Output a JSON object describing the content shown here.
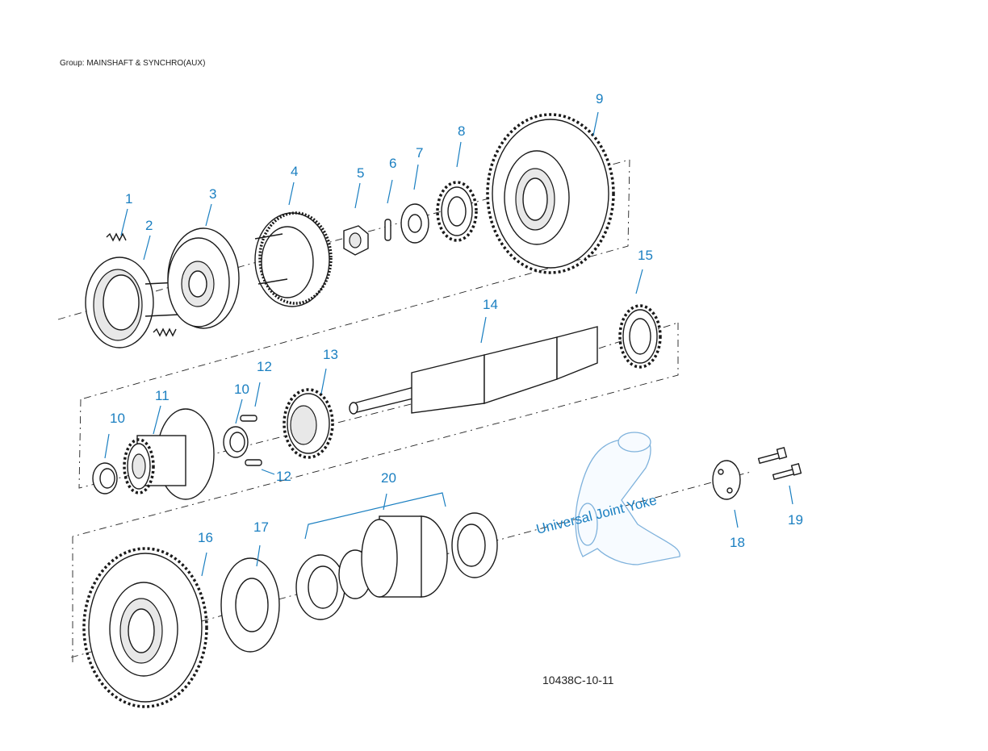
{
  "group_title": "Group: MAINSHAFT & SYNCHRO(AUX)",
  "figure_id": "10438C-10-11",
  "callouts": [
    "1",
    "2",
    "3",
    "4",
    "5",
    "6",
    "7",
    "8",
    "9",
    "10",
    "10",
    "11",
    "12",
    "12",
    "13",
    "14",
    "15",
    "16",
    "17",
    "18",
    "19",
    "20"
  ],
  "yoke_label": "Universal Joint Yoke",
  "colors": {
    "callout": "#1a7fc1",
    "yoke": "#7fb2dc",
    "line": "#1a1a1a"
  }
}
